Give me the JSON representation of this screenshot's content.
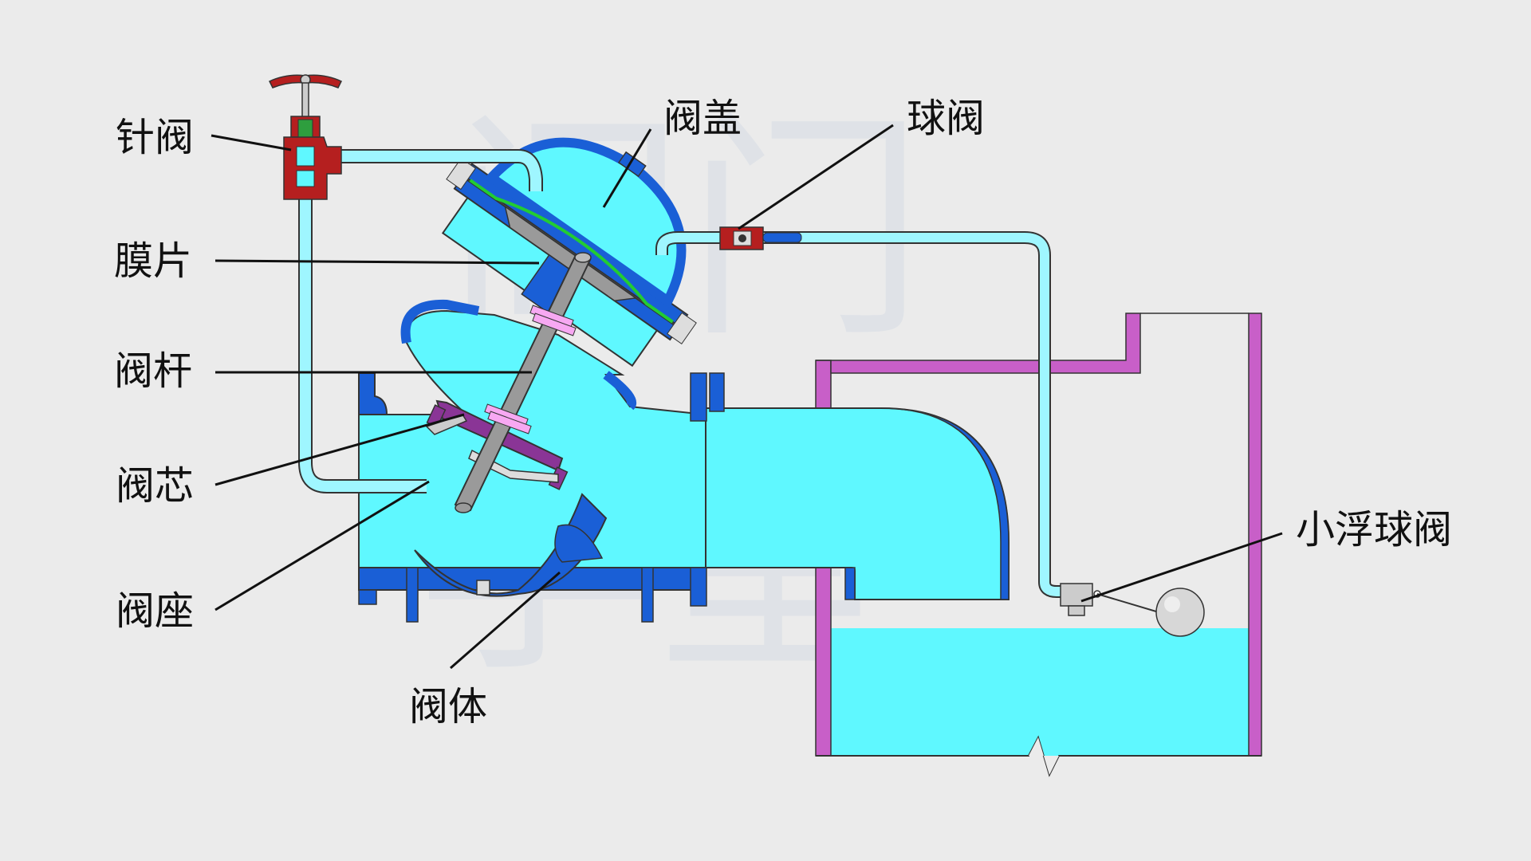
{
  "labels": {
    "needle_valve": "针阀",
    "diaphragm": "膜片",
    "stem": "阀杆",
    "disc": "阀芯",
    "seat": "阀座",
    "body": "阀体",
    "bonnet": "阀盖",
    "ball_valve": "球阀",
    "float_valve": "小浮球阀"
  },
  "watermark": {
    "line1": "阀门",
    "line2": "学堂"
  },
  "colors": {
    "background": "#ebebeb",
    "valve_blue": "#1a5fd6",
    "water": "#5ff8ff",
    "pipe_fill": "#9ff6ff",
    "tank_wall": "#c85fc8",
    "disc_purple": "#8a3596",
    "needle_red": "#b51f1f",
    "diaphragm_green": "#22cc33",
    "stem_gray": "#9a9a9a"
  },
  "icons": [
    "handwheel-icon",
    "float-ball-icon"
  ]
}
